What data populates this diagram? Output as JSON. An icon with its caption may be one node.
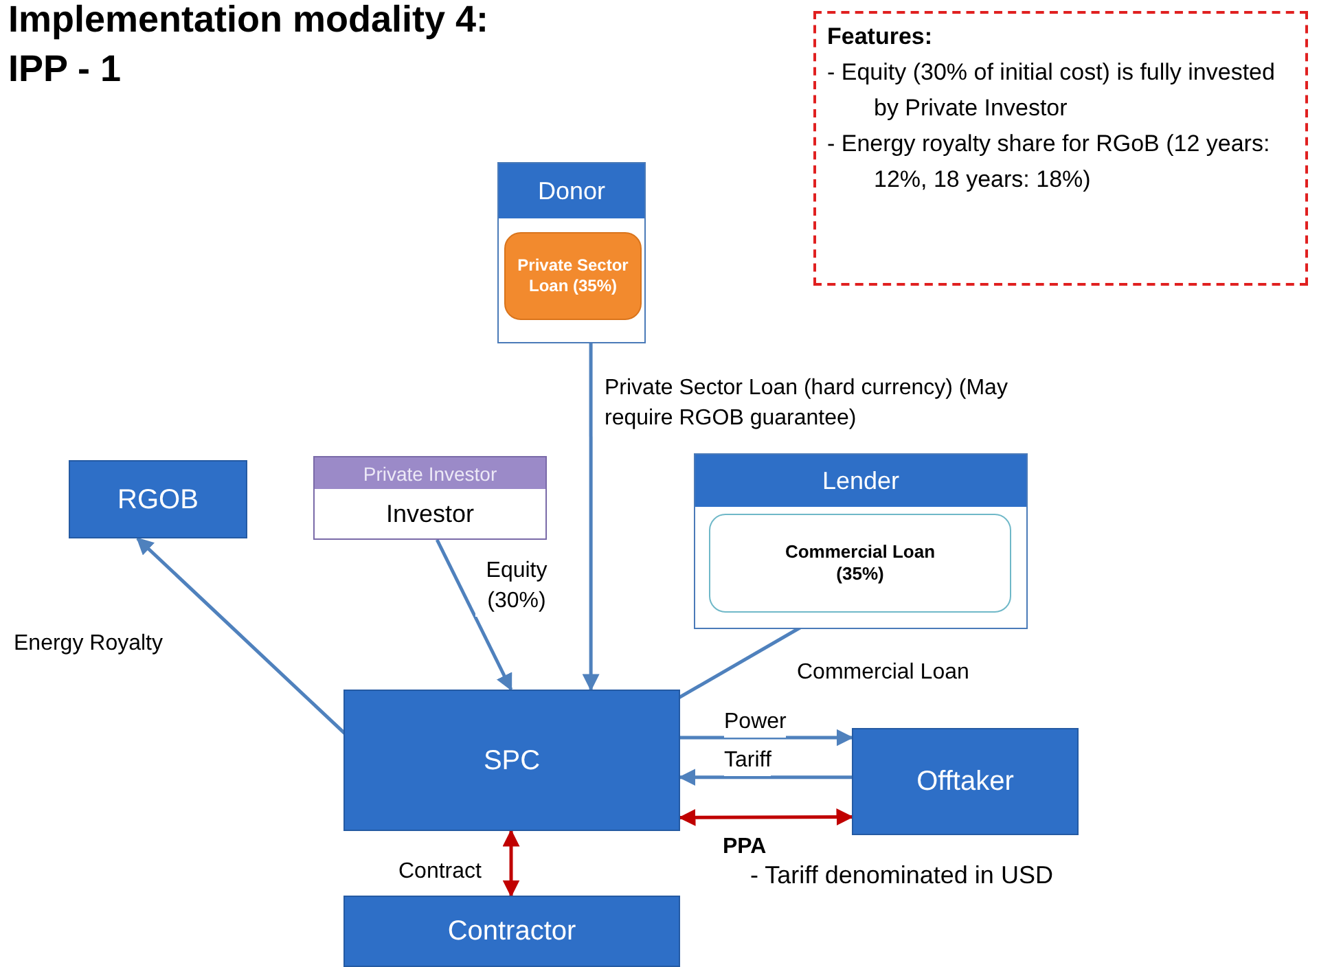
{
  "diagram": {
    "title": "Implementation modality 4: IPP - 1",
    "nodes": [
      {
        "text": [
          "Donor"
        ]
      },
      {
        "text": [
          "Private Sector Loan (35%)"
        ],
        "in": 0
      },
      {
        "text": [
          "RGOB"
        ]
      },
      {
        "text": [
          "Private Investor",
          "Investor"
        ]
      },
      {
        "text": [
          "Lender"
        ]
      },
      {
        "text": [
          "Commercial Loan (35%)"
        ],
        "in": 4
      },
      {
        "text": [
          "SPC"
        ]
      },
      {
        "text": [
          "Offtaker"
        ]
      },
      {
        "text": [
          "Contractor"
        ]
      },
      {
        "text": [
          "Features:",
          "- Equity (30% of initial cost) is fully invested by Private Investor",
          "- Energy royalty share for RGoB (12 years: 12%, 18 years: 18%)"
        ]
      }
    ],
    "edges": [
      {
        "from": 0,
        "to": 6,
        "arrow": "to",
        "label": "Private Sector Loan (hard currency) (May require RGOB guarantee)"
      },
      {
        "from": 3,
        "to": 6,
        "arrow": "to",
        "label": "Equity (30%)"
      },
      {
        "from": 5,
        "to": 6,
        "arrow": "to",
        "label": "Commercial Loan"
      },
      {
        "from": 6,
        "to": 2,
        "arrow": "to",
        "label": "Energy Royalty"
      },
      {
        "from": 6,
        "to": 7,
        "arrow": "to",
        "label": "Power"
      },
      {
        "from": 7,
        "to": 6,
        "arrow": "to",
        "label": "Tariff"
      },
      {
        "from": 6,
        "to": 7,
        "arrow": "both",
        "label": "PPA",
        "color": "#c00000"
      },
      {
        "from": 6,
        "to": 8,
        "arrow": "both",
        "label": "Contract",
        "color": "#c00000"
      }
    ],
    "labels": [
      "- Tariff denominated in USD"
    ]
  }
}
